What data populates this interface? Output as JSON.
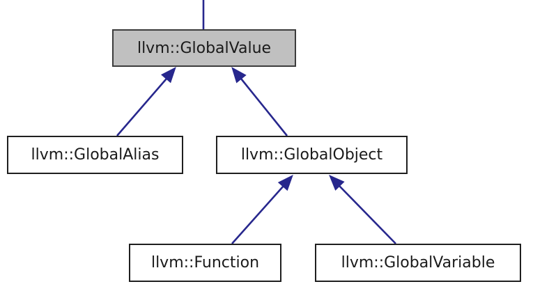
{
  "diagram": {
    "type": "class-inheritance-graph",
    "nodes": [
      {
        "label": "llvm::GlobalValue",
        "role": "current-class",
        "fill": "#c0c0c0"
      },
      {
        "label": "llvm::GlobalAlias",
        "role": "derived-class",
        "fill": "#ffffff"
      },
      {
        "label": "llvm::GlobalObject",
        "role": "derived-class",
        "fill": "#ffffff"
      },
      {
        "label": "llvm::Function",
        "role": "derived-class",
        "fill": "#ffffff"
      },
      {
        "label": "llvm::GlobalVariable",
        "role": "derived-class",
        "fill": "#ffffff"
      }
    ],
    "edges": [
      {
        "from": "llvm::GlobalAlias",
        "to": "llvm::GlobalValue",
        "style": "solid-arrow"
      },
      {
        "from": "llvm::GlobalObject",
        "to": "llvm::GlobalValue",
        "style": "solid-arrow"
      },
      {
        "from": "llvm::Function",
        "to": "llvm::GlobalObject",
        "style": "solid-arrow"
      },
      {
        "from": "llvm::GlobalVariable",
        "to": "llvm::GlobalObject",
        "style": "solid-arrow"
      },
      {
        "from": "llvm::GlobalValue",
        "to": "offscreen-parent",
        "style": "solid-line-cropped-at-top"
      }
    ],
    "colors": {
      "edge": "#27278d",
      "node_border": "#1f1f1f",
      "current_node_fill": "#c0c0c0",
      "node_fill": "#ffffff",
      "text": "#1a1a1a",
      "background": "#ffffff"
    }
  }
}
